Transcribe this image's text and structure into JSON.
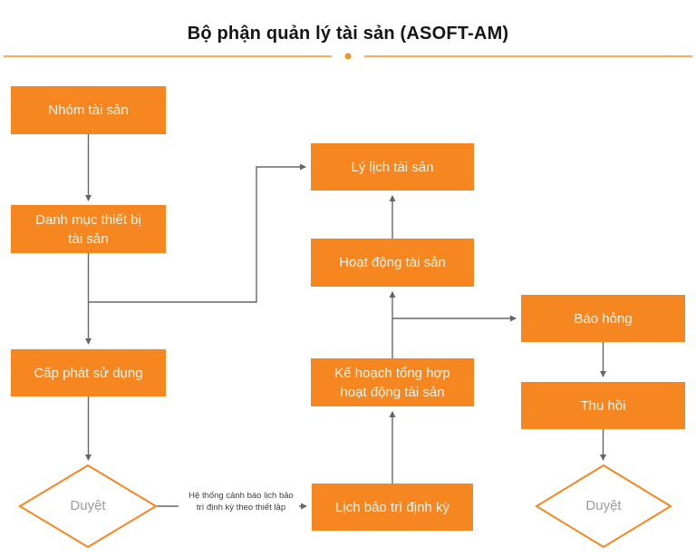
{
  "header": {
    "title": "Bộ phận quản lý tài sản (ASOFT-AM)"
  },
  "colors": {
    "node_fill": "#F6861F",
    "node_text": "#FDF2E6",
    "decision_border": "#F6861F",
    "decision_text": "#9B9B9B",
    "connector": "#666666",
    "header_rule": "#F6921F",
    "title_text": "#151515",
    "background": "#FFFFFF"
  },
  "nodes": [
    {
      "id": "nhom-tai-san",
      "label": "Nhóm tài sản"
    },
    {
      "id": "danh-muc-thiet-bi-tai-san",
      "label": "Danh mục thiết bị tài sản"
    },
    {
      "id": "cap-phat-su-dung",
      "label": "Cấp phát sử dụng"
    },
    {
      "id": "ly-lich-tai-san",
      "label": "Lý lịch tài sản"
    },
    {
      "id": "hoat-dong-tai-san",
      "label": "Hoạt động tài sản"
    },
    {
      "id": "ke-hoach-tong-hop-hoat-dong-tai-san",
      "label": "Kế hoạch tổng hợp hoạt động tài sản"
    },
    {
      "id": "lich-bao-tri-dinh-ky",
      "label": "Lịch bảo trì định kỳ"
    },
    {
      "id": "bao-hong",
      "label": "Báo hỏng"
    },
    {
      "id": "thu-hoi",
      "label": "Thu hồi"
    }
  ],
  "decisions": [
    {
      "id": "duyet-left",
      "label": "Duyệt"
    },
    {
      "id": "duyet-right",
      "label": "Duyệt"
    }
  ],
  "annotations": {
    "maintenance_alert": "Hệ thống cảnh báo lịch bảo trì định kỳ theo thiết lập"
  },
  "edges": [
    {
      "from": "nhom-tai-san",
      "to": "danh-muc-thiet-bi-tai-san"
    },
    {
      "from": "danh-muc-thiet-bi-tai-san",
      "to": "cap-phat-su-dung"
    },
    {
      "from": "danh-muc-thiet-bi-tai-san",
      "to": "ly-lich-tai-san"
    },
    {
      "from": "cap-phat-su-dung",
      "to": "duyet-left"
    },
    {
      "from": "hoat-dong-tai-san",
      "to": "ly-lich-tai-san"
    },
    {
      "from": "ke-hoach-tong-hop-hoat-dong-tai-san",
      "to": "hoat-dong-tai-san"
    },
    {
      "from": "ke-hoach-tong-hop-hoat-dong-tai-san",
      "to": "bao-hong"
    },
    {
      "from": "bao-hong",
      "to": "thu-hoi"
    },
    {
      "from": "thu-hoi",
      "to": "duyet-right"
    },
    {
      "from": "lich-bao-tri-dinh-ky",
      "to": "ke-hoach-tong-hop-hoat-dong-tai-san"
    },
    {
      "from": "duyet-left",
      "to": "lich-bao-tri-dinh-ky",
      "label": "Hệ thống cảnh báo lịch bảo trì định kỳ theo thiết lập"
    }
  ]
}
